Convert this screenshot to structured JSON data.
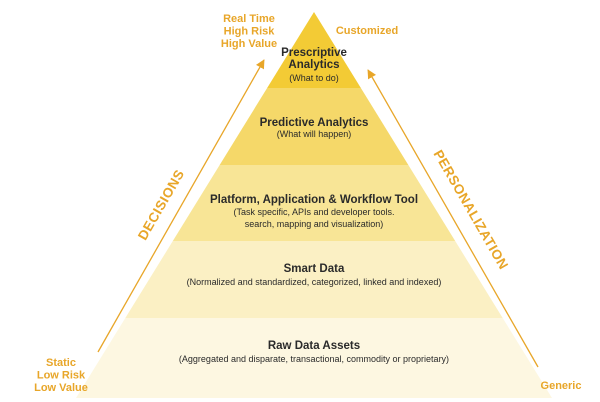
{
  "colors": {
    "accent": "#e8a629",
    "text": "#2a2a2a",
    "tiers": [
      "#f3cb35",
      "#f5d869",
      "#f8e596",
      "#fbf0c4",
      "#fdf7e1"
    ]
  },
  "corner_labels": {
    "top_left": [
      "Real Time",
      "High Risk",
      "High Value"
    ],
    "top_right": "Customized",
    "bottom_left": [
      "Static",
      "Low Risk",
      "Low Value"
    ],
    "bottom_right": "Generic"
  },
  "axis_labels": {
    "left": "DECISIONS",
    "right": "PERSONALIZATION"
  },
  "tiers": [
    {
      "title": [
        "Prescriptive",
        "Analytics"
      ],
      "subtitle": [
        "(What to do)"
      ]
    },
    {
      "title": [
        "Predictive Analytics"
      ],
      "subtitle": [
        "(What will happen)"
      ]
    },
    {
      "title": [
        "Platform, Application & Workflow Tool"
      ],
      "subtitle": [
        "(Task specific, APIs and developer tools.",
        "search, mapping and visualization)"
      ]
    },
    {
      "title": [
        "Smart Data"
      ],
      "subtitle": [
        "(Normalized and standardized, categorized, linked and indexed)"
      ]
    },
    {
      "title": [
        "Raw Data Assets"
      ],
      "subtitle": [
        "(Aggregated and disparate, transactional, commodity or proprietary)"
      ]
    }
  ]
}
